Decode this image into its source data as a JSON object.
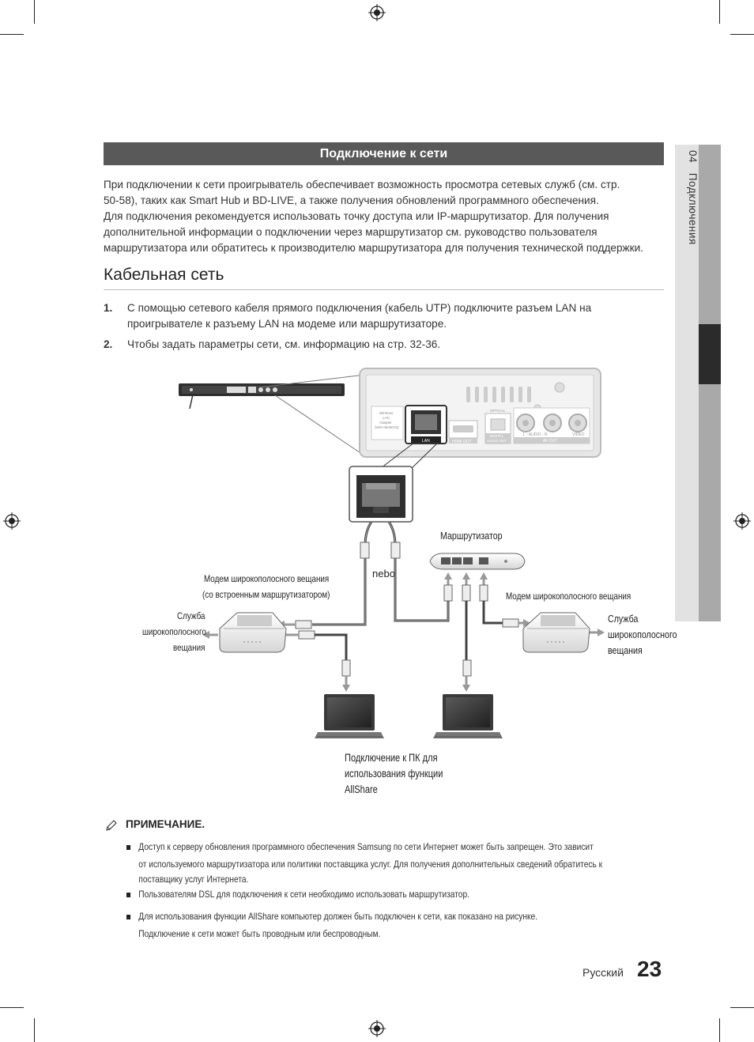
{
  "section": {
    "title": "Подключение к сети"
  },
  "intro": {
    "lines": [
      "При подключении к сети проигрыватель обеспечивает возможность просмотра сетевых служб (см. стр.",
      "50-58), таких как Smart Hub и BD-LIVE, а также получения обновлений программного обеспечения.",
      "Для подключения рекомендуется использовать точку доступа или IP-маршрутизатор. Для получения",
      "дополнительной информации о подключении через маршрутизатор см. руководство пользователя",
      "маршрутизатора или обратитесь к производителю маршрутизатора для получения технической поддержки."
    ]
  },
  "heading": "Кабельная сеть",
  "steps": [
    {
      "num": "1.",
      "line1": "С помощью сетевого кабеля прямого подключения (кабель UTP) подключите разъем LAN на",
      "line2": "проигрывателе к разъему LAN на модеме или маршрутизаторе."
    },
    {
      "num": "2.",
      "line1": "Чтобы задать параметры сети, см. информацию на стр. 32-36.",
      "line2": ""
    }
  ],
  "sidebar": {
    "chapter": "04",
    "label": "Подключения"
  },
  "diagram": {
    "router_label": "Маршрутизатор",
    "modem_router_line1": "Модем широкополосного вещания",
    "modem_router_line2": "(со встроенным маршрутизатором)",
    "nebo": "nebo",
    "modem_label": "Модем широкополосного вещания",
    "service_left_1": "Служба",
    "service_left_2": "широкополосного",
    "service_left_3": "вещания",
    "service_right_1": "Служба",
    "service_right_2": "широкополосного",
    "service_right_3": "вещания",
    "pc_line1": "Подключение к ПК для",
    "pc_line2": "использования функции",
    "pc_line3": "AllShare",
    "panel": {
      "lan": "LAN",
      "hdmi": "HDMI OUT",
      "optical": "OPTICAL",
      "digital": "DIGITAL",
      "audio_out": "AUDIO OUT",
      "audio": "L - AUDIO - R",
      "video": "VIDEO",
      "av_out": "AV OUT",
      "wireless1": "Wireless",
      "wireless2": "LAN",
      "wireless3": "Adapter",
      "wireless4": "(WIS 09ABGN)"
    }
  },
  "note": {
    "title": "ПРИМЕЧАНИЕ.",
    "items": [
      {
        "l1": "Доступ к серверу обновления программного обеспечения Samsung по сети Интернет может быть запрещен. Это зависит",
        "l2": "от используемого маршрутизатора или политики поставщика услуг. Для получения дополнительных сведений обратитесь к",
        "l3": "поставщику услуг Интернета."
      },
      {
        "l1": "Пользователям DSL для подключения к сети необходимо использовать маршрутизатор.",
        "l2": "",
        "l3": ""
      },
      {
        "l1": "Для использования функции AllShare компьютер должен быть подключен к сети, как показано на рисунке.",
        "l2": "Подключение к сети может быть проводным или беспроводным.",
        "l3": ""
      }
    ]
  },
  "footer": {
    "language": "Русский",
    "page": "23"
  }
}
